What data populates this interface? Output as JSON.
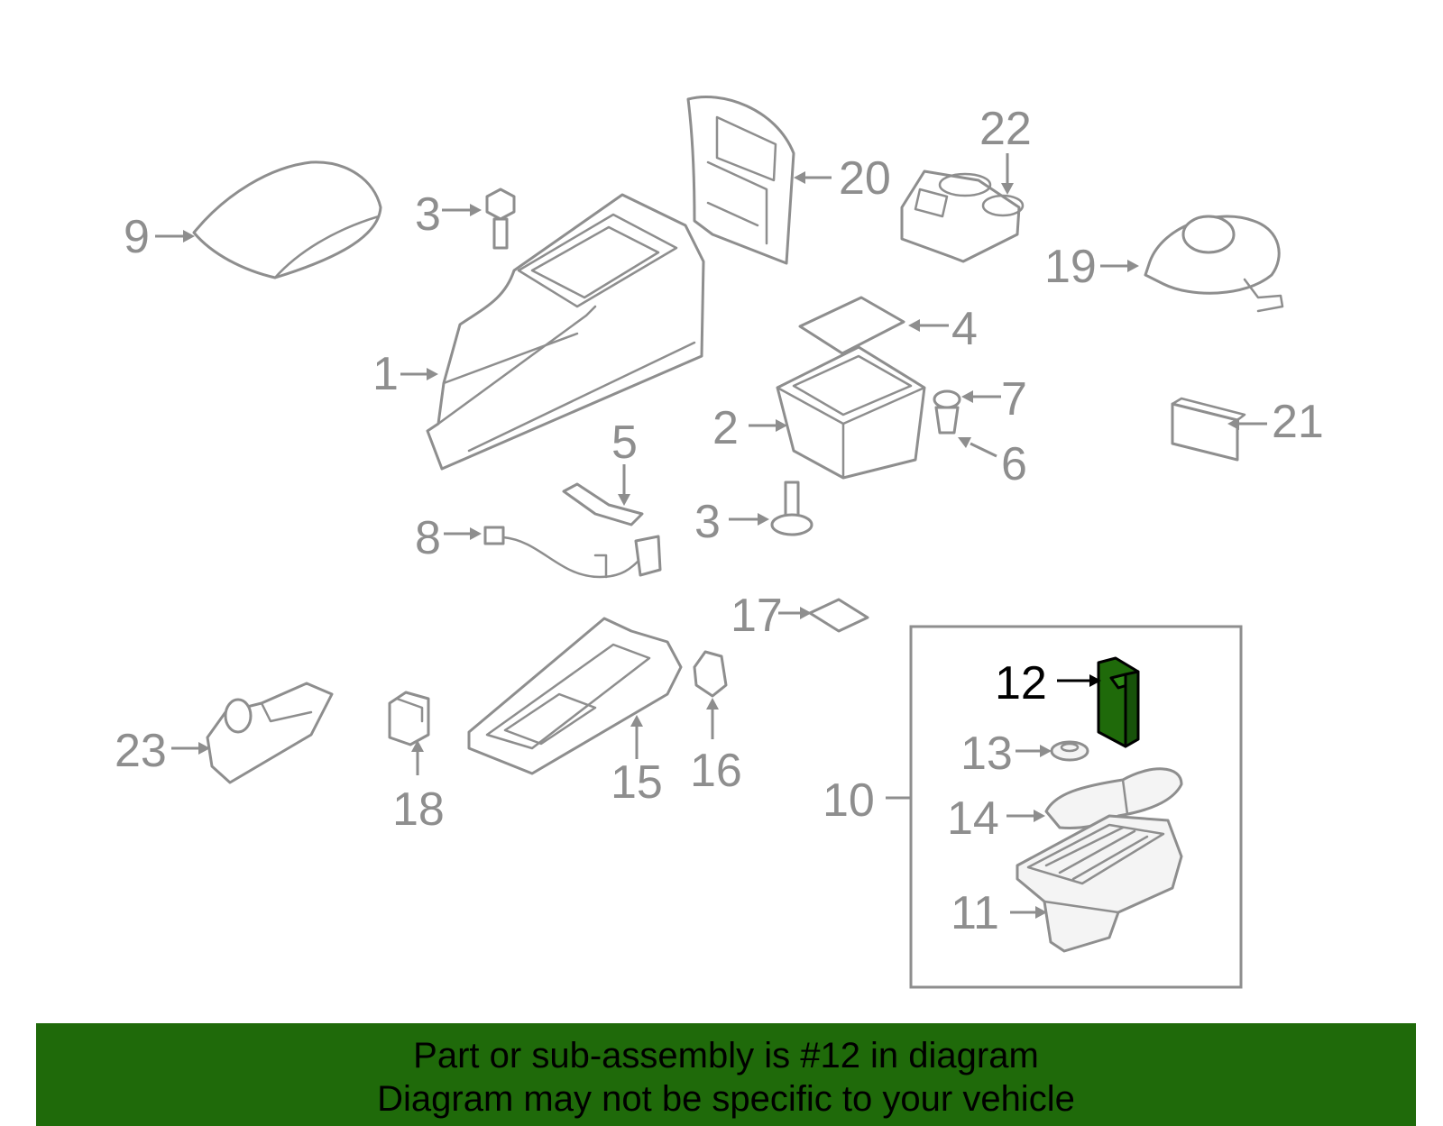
{
  "callouts": {
    "c1": "1",
    "c2": "2",
    "c3a": "3",
    "c3b": "3",
    "c4": "4",
    "c5": "5",
    "c6": "6",
    "c7": "7",
    "c8": "8",
    "c9": "9",
    "c10": "10",
    "c11": "11",
    "c12": "12",
    "c13": "13",
    "c14": "14",
    "c15": "15",
    "c16": "16",
    "c17": "17",
    "c18": "18",
    "c19": "19",
    "c20": "20",
    "c21": "21",
    "c22": "22",
    "c23": "23"
  },
  "highlight": {
    "part_number": "12",
    "color": "#1f6a0a"
  },
  "caption": {
    "line1": "Part or sub-assembly is #12 in diagram",
    "line2": "Diagram may not be specific to your vehicle",
    "background": "#1f6a0a"
  }
}
